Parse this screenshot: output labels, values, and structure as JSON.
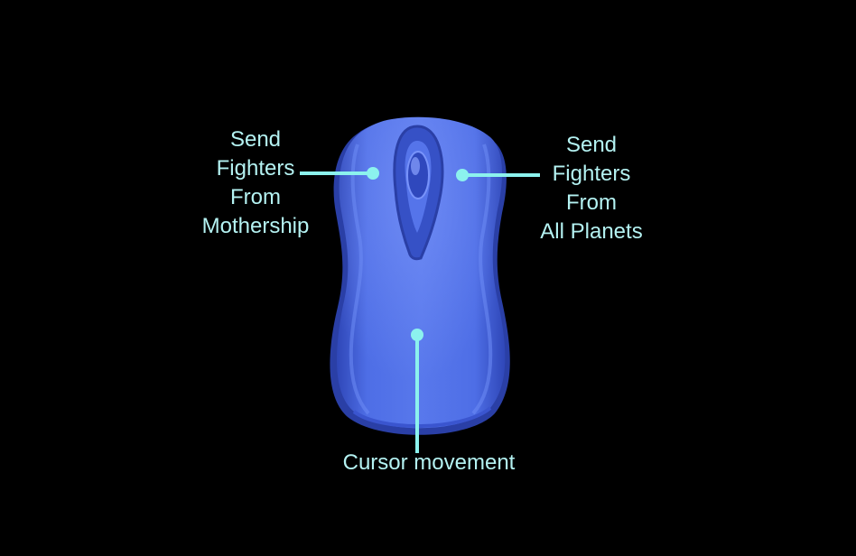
{
  "labels": {
    "left_button": [
      "Send",
      "Fighters",
      "From",
      "Mothership"
    ],
    "right_button": [
      "Send",
      "Fighters",
      "From",
      "All Planets"
    ],
    "cursor": "Cursor movement"
  },
  "colors": {
    "background": "#000000",
    "mouse_body": "#4a6ae0",
    "label_text": "#b4f2f2",
    "leader_line": "#8cf2ee"
  },
  "icons": {
    "device": "computer-mouse-icon"
  }
}
